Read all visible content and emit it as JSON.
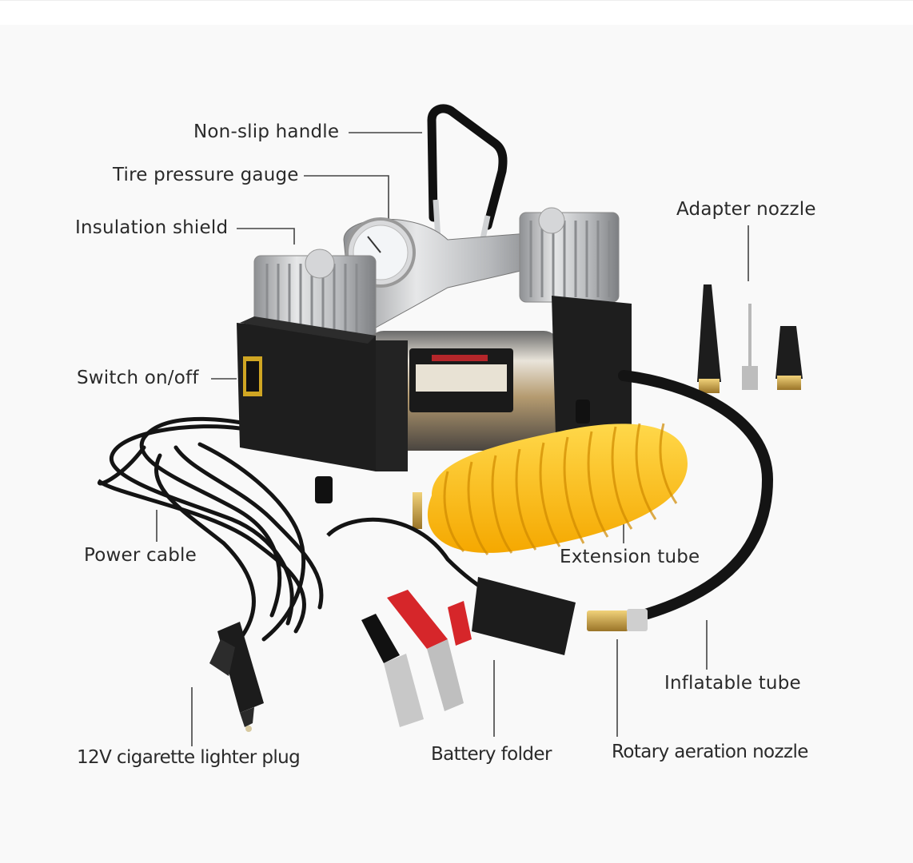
{
  "diagram": {
    "subject": "Double-cylinder car air compressor",
    "colors": {
      "background": "#f9f9f9",
      "label_text": "#2a2a2a",
      "leader_line": "#444444",
      "body_black": "#1e1e1e",
      "metal_silver": "#c9cacc",
      "coil_yellow": "#ffc21a",
      "clip_red": "#d6262a",
      "brass": "#c9a24a"
    },
    "labels": {
      "non_slip_handle": "Non-slip handle",
      "tire_pressure_gauge": "Tire pressure gauge",
      "insulation_shield": "Insulation shield",
      "adapter_nozzle": "Adapter nozzle",
      "switch_on_off": "Switch on/off",
      "power_cable": "Power cable",
      "extension_tube": "Extension tube",
      "inflatable_tube": "Inflatable tube",
      "cigarette_lighter_plug": "12V cigarette lighter plug",
      "battery_folder": "Battery folder",
      "rotary_aeration_nozzle": "Rotary aeration nozzle"
    }
  }
}
